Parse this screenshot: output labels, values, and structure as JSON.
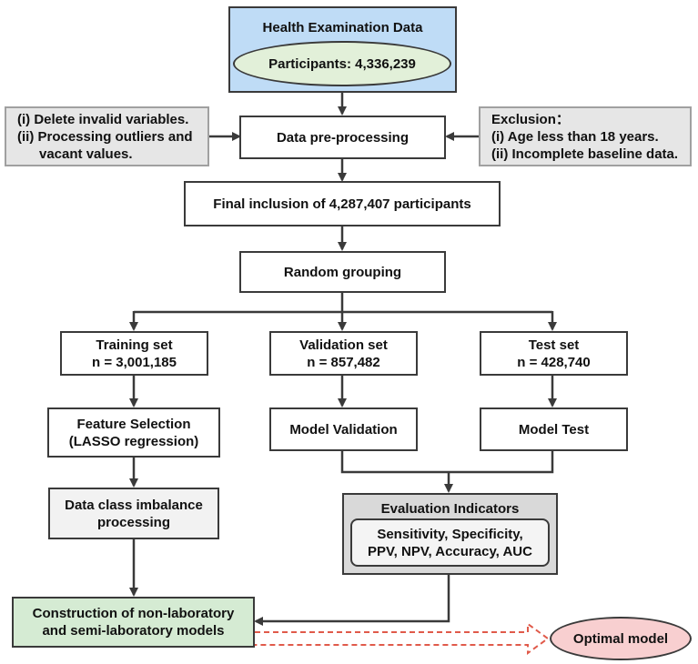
{
  "nodes": {
    "health_data": "Health Examination Data",
    "participants": "Participants: 4,336,239",
    "preprocessing": "Data pre-processing",
    "left_note": [
      "(i) Delete invalid variables.",
      "(ii) Processing outliers and",
      "vacant values."
    ],
    "exclusion": [
      "Exclusion：",
      "(i) Age less than 18 years.",
      "(ii) Incomplete baseline data."
    ],
    "final_inclusion": "Final inclusion of 4,287,407 participants",
    "random_grouping": "Random grouping",
    "training_set": [
      "Training set",
      "n = 3,001,185"
    ],
    "validation_set": [
      "Validation set",
      "n = 857,482"
    ],
    "test_set": [
      "Test set",
      "n = 428,740"
    ],
    "feature_selection": [
      "Feature Selection",
      "(LASSO regression)"
    ],
    "model_validation": "Model Validation",
    "model_test": "Model Test",
    "imbalance": [
      "Data class imbalance",
      "processing"
    ],
    "evaluation_title": "Evaluation Indicators",
    "evaluation_metrics": [
      "Sensitivity, Specificity,",
      "PPV, NPV, Accuracy, AUC"
    ],
    "construction": [
      "Construction of non-laboratory",
      "and semi-laboratory models"
    ],
    "optimal": "Optimal model"
  },
  "colors": {
    "header_blue": "#bfdcf6",
    "participants_green": "#e2f0d9",
    "note_gray": "#e6e6e6",
    "construction_green": "#d5ebd3",
    "optimal_pink": "#f8cfd0",
    "dashed_arrow_red": "#e05a4a",
    "line": "#3a3a3a"
  }
}
